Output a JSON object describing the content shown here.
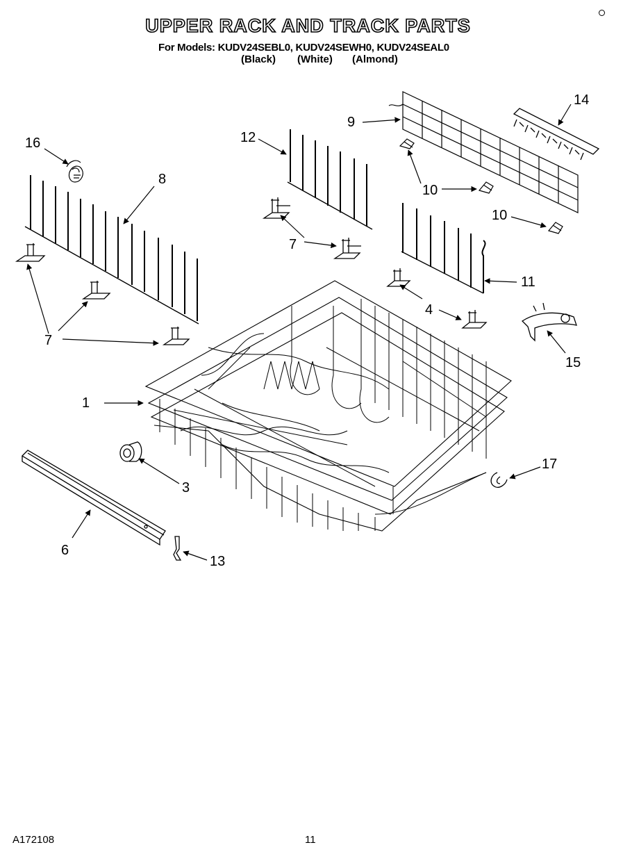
{
  "header": {
    "title": "UPPER RACK AND TRACK PARTS",
    "models_line": "For Models: KUDV24SEBL0, KUDV24SEWH0, KUDV24SEAL0",
    "colors": [
      "(Black)",
      "(White)",
      "(Almond)"
    ]
  },
  "callouts": [
    "16",
    "8",
    "12",
    "9",
    "14",
    "10",
    "10",
    "7",
    "7",
    "11",
    "4",
    "15",
    "1",
    "3",
    "17",
    "6",
    "13"
  ],
  "footer": {
    "doc_number": "A172108",
    "page_number": "11"
  }
}
